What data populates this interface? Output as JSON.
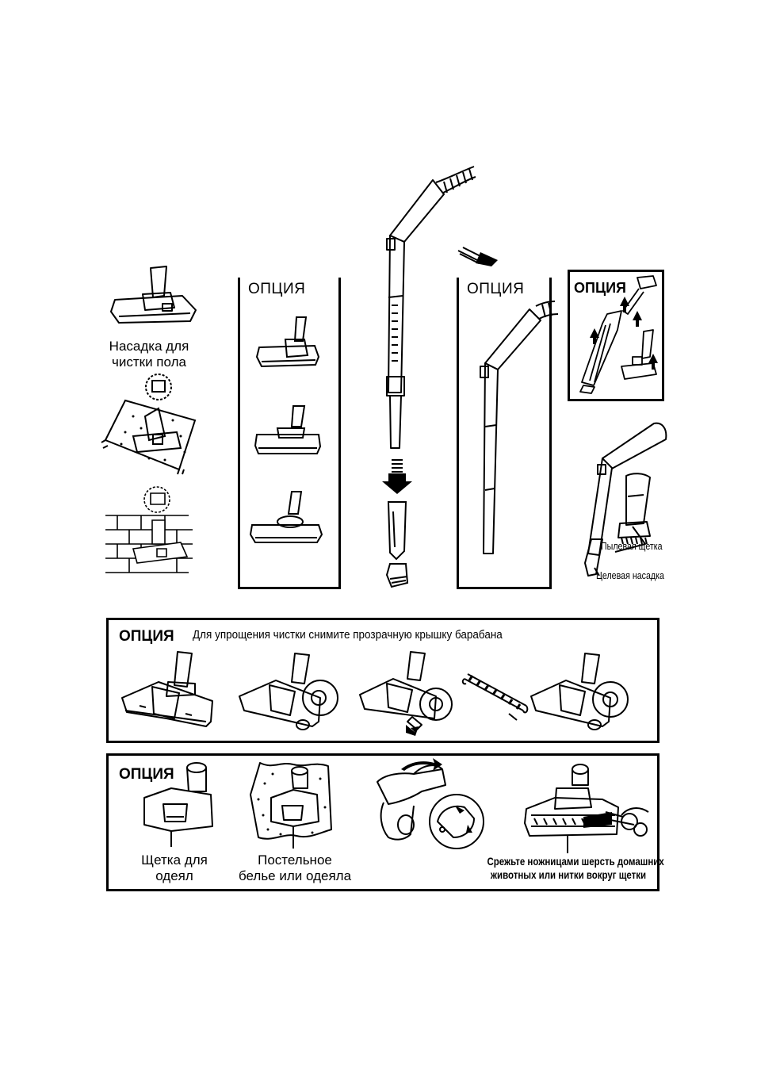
{
  "labels": {
    "floor_nozzle": [
      "Насадка для",
      "чистки пола"
    ],
    "option": "ОПЦИЯ",
    "dust_brush": "Пылевая щетка",
    "crevice_tool": "Целевая насадка",
    "drum_note": "Для упрощения чистки снимите прозрачную крышку барабана",
    "blanket_brush": [
      "Щетка для",
      "одеял"
    ],
    "bedding": [
      "Постельное",
      "белье или одеяла"
    ],
    "cut_hair": [
      "Срежьте ножницами шерсть домашних",
      "животных или нитки вокруг щетки"
    ]
  },
  "icons": [
    "floor-nozzle-icon",
    "carpet-icon",
    "brick-wall-icon",
    "telescopic-tube-icon",
    "arrow-down-icon",
    "crevice-tool-icon",
    "turbo-brush-icon",
    "blanket-brush-icon",
    "scissors-icon"
  ]
}
